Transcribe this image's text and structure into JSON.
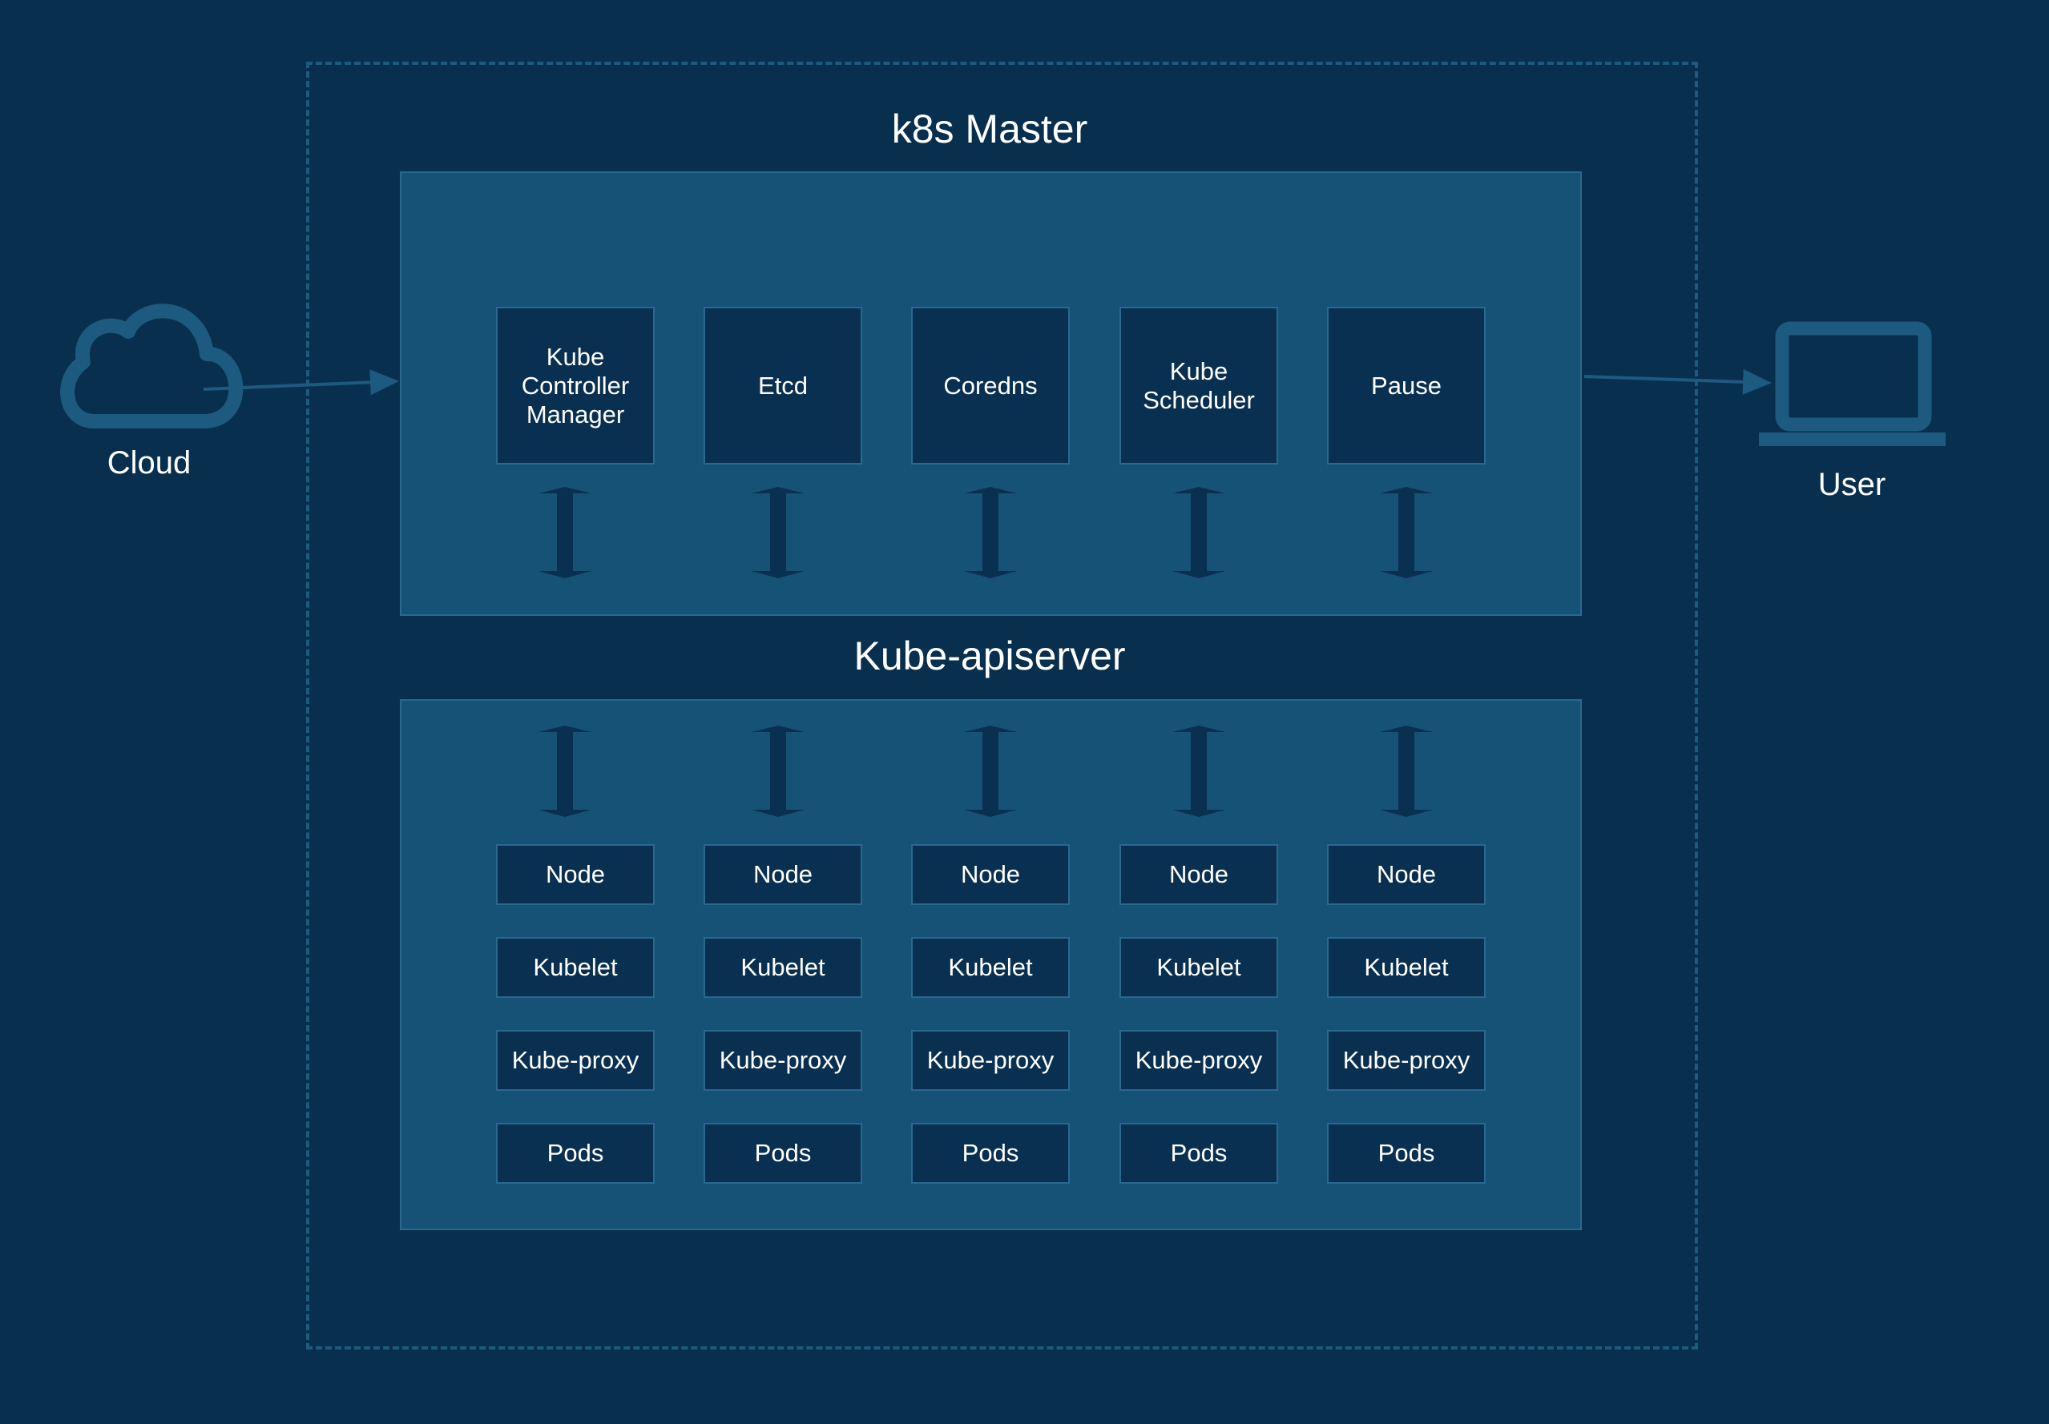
{
  "colors": {
    "background": "#08304e",
    "panel": "#165276",
    "box": "#093050",
    "accent": "#1d5a80",
    "text": "#ffffff"
  },
  "master": {
    "title": "k8s Master",
    "components": [
      {
        "label": "Kube\nController\nManager"
      },
      {
        "label": "Etcd"
      },
      {
        "label": "Coredns"
      },
      {
        "label": "Kube\nScheduler"
      },
      {
        "label": "Pause"
      }
    ]
  },
  "apiserver": {
    "title": "Kube-apiserver"
  },
  "workers": {
    "columns": [
      {
        "node": "Node",
        "kubelet": "Kubelet",
        "proxy": "Kube-proxy",
        "pods": "Pods"
      },
      {
        "node": "Node",
        "kubelet": "Kubelet",
        "proxy": "Kube-proxy",
        "pods": "Pods"
      },
      {
        "node": "Node",
        "kubelet": "Kubelet",
        "proxy": "Kube-proxy",
        "pods": "Pods"
      },
      {
        "node": "Node",
        "kubelet": "Kubelet",
        "proxy": "Kube-proxy",
        "pods": "Pods"
      },
      {
        "node": "Node",
        "kubelet": "Kubelet",
        "proxy": "Kube-proxy",
        "pods": "Pods"
      }
    ]
  },
  "cloud": {
    "label": "Cloud",
    "icon": "cloud-icon"
  },
  "user": {
    "label": "User",
    "icon": "laptop-icon"
  }
}
